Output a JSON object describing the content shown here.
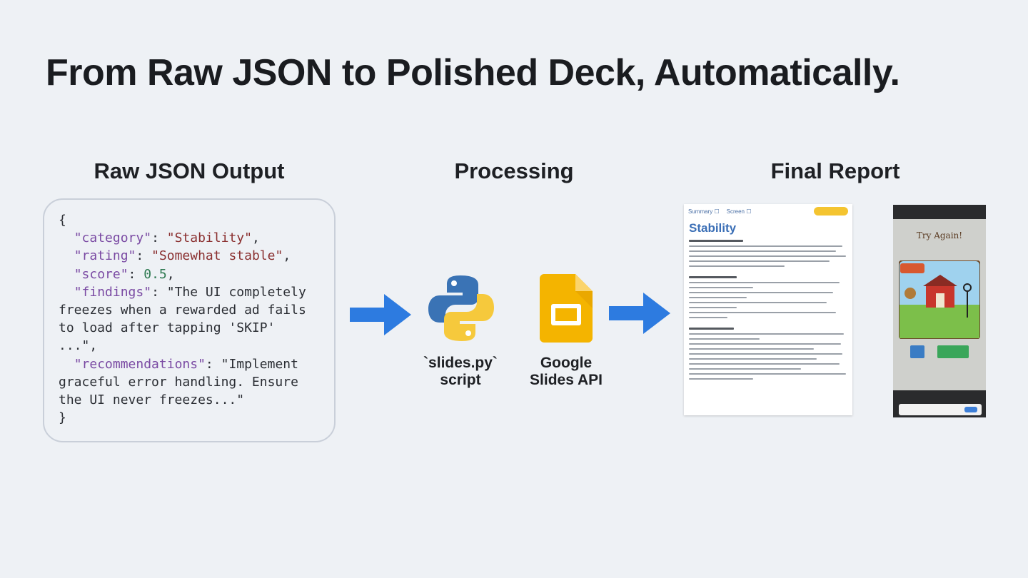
{
  "title": "From Raw JSON to Polished Deck, Automatically.",
  "columns": {
    "raw": "Raw JSON Output",
    "processing": "Processing",
    "final": "Final Report"
  },
  "json_sample": {
    "open": "{",
    "close": "}",
    "lines": [
      {
        "key": "\"category\"",
        "value": "\"Stability\"",
        "trail": ","
      },
      {
        "key": "\"rating\"",
        "value": "\"Somewhat stable\"",
        "trail": ","
      },
      {
        "key": "\"score\"",
        "value": "0.5",
        "trail": ","
      }
    ],
    "findings_key": "\"findings\"",
    "findings_value_1": "\"The UI completely",
    "findings_value_2": "freezes when a rewarded ad fails",
    "findings_value_3": "to load after tapping 'SKIP'",
    "findings_value_4": "...\",",
    "rec_key": "\"recommendations\"",
    "rec_value_1": "\"Implement",
    "rec_value_2": "graceful error handling. Ensure",
    "rec_value_3": "the UI never freezes...\""
  },
  "processing": {
    "script_label_1": "`slides.py`",
    "script_label_2": "script",
    "api_label_1": "Google",
    "api_label_2": "Slides API",
    "icons": [
      "python-logo-icon",
      "google-slides-icon"
    ]
  },
  "report": {
    "tabs": [
      "Summary ☐",
      "Screen ☐"
    ],
    "heading": "Stability",
    "phone_text": "Try Again!",
    "colors": {
      "heading": "#3b6fb6",
      "pill": "#f4c430",
      "arrow": "#2d7be0"
    }
  }
}
